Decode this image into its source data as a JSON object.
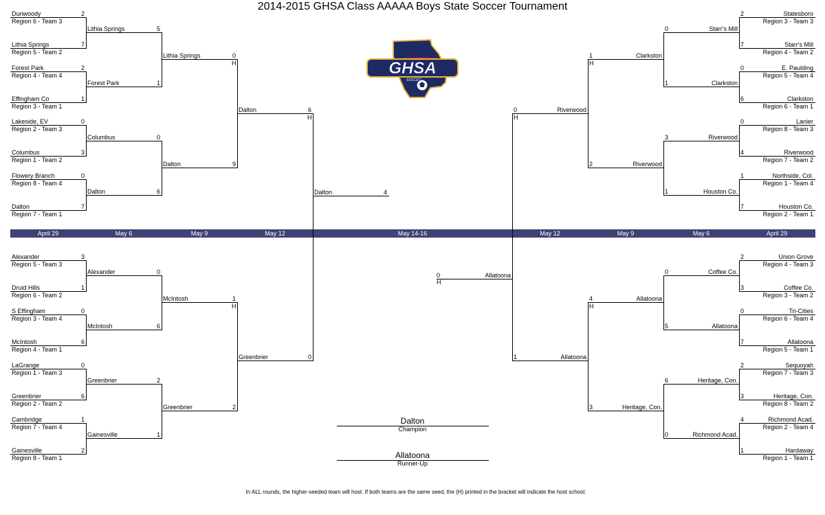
{
  "title": "2014-2015 GHSA Class AAAAA Boys State Soccer Tournament",
  "footer_note": "In ALL rounds, the higher-seeded team will host.  If both teams are the same seed, the (H) printed in the bracket will indicate the host school.",
  "logo": {
    "text": "GHSA",
    "subtext": "SOCCER",
    "colors": {
      "navy": "#1d2a64",
      "red": "#c8102e",
      "gold": "#e9b43a",
      "white": "#ffffff"
    }
  },
  "colors": {
    "date_band": "#3e4274",
    "line": "#000000"
  },
  "dates_left": [
    "April 29",
    "May 6",
    "May 9",
    "May 12"
  ],
  "dates_center": "May 14-16",
  "dates_right": [
    "May 12",
    "May 9",
    "May 6",
    "April 29"
  ],
  "host_marker": "H",
  "left_top": {
    "r1": [
      {
        "team": "Dunwoody",
        "seed": "Region 6 - Team 3",
        "score": "2"
      },
      {
        "team": "Lithia Springs",
        "seed": "Region 5 - Team 2",
        "score": "7"
      },
      {
        "team": "Forest Park",
        "seed": "Region 4 - Team 4",
        "score": "2"
      },
      {
        "team": "Effingham Co",
        "seed": "Region 3 - Team 1",
        "score": "1"
      },
      {
        "team": "Lakeside, EV",
        "seed": "Region 2 - Team 3",
        "score": "0"
      },
      {
        "team": "Columbus",
        "seed": "Region 1 - Team 2",
        "score": "3"
      },
      {
        "team": "Flowery Branch",
        "seed": "Region 8 - Team 4",
        "score": "0"
      },
      {
        "team": "Dalton",
        "seed": "Region 7 - Team 1",
        "score": "7"
      }
    ],
    "r2": [
      {
        "team": "Lithia Springs",
        "score": "5"
      },
      {
        "team": "Forest Park",
        "score": "1"
      },
      {
        "team": "Columbus",
        "score": "0"
      },
      {
        "team": "Dalton",
        "score": "6"
      }
    ],
    "qf": [
      {
        "team": "Lithia Springs",
        "score": "0"
      },
      {
        "team": "Dalton",
        "score": "9"
      }
    ],
    "sf": {
      "team": "Dalton",
      "score": "6"
    }
  },
  "left_bottom": {
    "r1": [
      {
        "team": "Alexander",
        "seed": "Region 5 - Team 3",
        "score": "3"
      },
      {
        "team": "Druid Hills",
        "seed": "Region 6 - Team 2",
        "score": "1"
      },
      {
        "team": "S Effingham",
        "seed": "Region 3 - Team 4",
        "score": "0"
      },
      {
        "team": "McIntosh",
        "seed": "Region 4 - Team 1",
        "score": "6"
      },
      {
        "team": "LaGrange",
        "seed": "Region 1 - Team 3",
        "score": "0"
      },
      {
        "team": "Greenbrier",
        "seed": "Region 2 - Team 2",
        "score": "6"
      },
      {
        "team": "Cambridge",
        "seed": "Region 7 - Team 4",
        "score": "1"
      },
      {
        "team": "Gainesville",
        "seed": "Region 8 - Team 1",
        "score": "2"
      }
    ],
    "r2": [
      {
        "team": "Alexander",
        "score": "0"
      },
      {
        "team": "McIntosh",
        "score": "6"
      },
      {
        "team": "Greenbrier",
        "score": "2"
      },
      {
        "team": "Gainesville",
        "score": "1"
      }
    ],
    "qf": [
      {
        "team": "McIntosh",
        "score": "1"
      },
      {
        "team": "Greenbrier",
        "score": "2"
      }
    ],
    "sf": {
      "team": "Greenbrier",
      "score": "0"
    }
  },
  "right_top": {
    "r1": [
      {
        "team": "Statesboro",
        "seed": "Region 3 - Team 3",
        "score": "2"
      },
      {
        "team": "Starr's Mill",
        "seed": "Region 4 - Team 2",
        "score": "7"
      },
      {
        "team": "E. Paulding",
        "seed": "Region 5 - Team 4",
        "score": "0"
      },
      {
        "team": "Clarkston",
        "seed": "Region 6 - Team 1",
        "score": "6"
      },
      {
        "team": "Lanier",
        "seed": "Region 8 - Team 3",
        "score": "0"
      },
      {
        "team": "Riverwood",
        "seed": "Region 7 - Team 2",
        "score": "4"
      },
      {
        "team": "Northside, Col.",
        "seed": "Region 1 - Team 4",
        "score": "1"
      },
      {
        "team": "Houston Co.",
        "seed": "Region 2 - Team 1",
        "score": "7"
      }
    ],
    "r2": [
      {
        "team": "Starr's Mill",
        "score": "0"
      },
      {
        "team": "Clarkston",
        "score": "1"
      },
      {
        "team": "Riverwood",
        "score": "3"
      },
      {
        "team": "Houston Co.",
        "score": "1"
      }
    ],
    "qf": [
      {
        "team": "Clarkston",
        "score": "1"
      },
      {
        "team": "Riverwood",
        "score": "2"
      }
    ],
    "sf": {
      "team": "Riverwood",
      "score": "0"
    }
  },
  "right_bottom": {
    "r1": [
      {
        "team": "Union Grove",
        "seed": "Region 4 - Team 3",
        "score": "2"
      },
      {
        "team": "Coffee Co.",
        "seed": "Region 3 - Team 2",
        "score": "3"
      },
      {
        "team": "Tri-Cities",
        "seed": "Region 6 - Team 4",
        "score": "0"
      },
      {
        "team": "Allatoona",
        "seed": "Region 5 - Team 1",
        "score": "7"
      },
      {
        "team": "Sequoyah",
        "seed": "Region 7 - Team 3",
        "score": "2"
      },
      {
        "team": "Heritage, Con.",
        "seed": "Region 8 - Team 2",
        "score": "3"
      },
      {
        "team": "Richmond Acad.",
        "seed": "Region 2 - Team 4",
        "score": "4"
      },
      {
        "team": "Hardaway",
        "seed": "Region 1 - Team 1",
        "score": "1"
      }
    ],
    "r2": [
      {
        "team": "Coffee Co.",
        "score": "0"
      },
      {
        "team": "Allatoona",
        "score": "5"
      },
      {
        "team": "Heritage, Con.",
        "score": "6"
      },
      {
        "team": "Richmond Acad.",
        "score": "0"
      }
    ],
    "qf": [
      {
        "team": "Allatoona",
        "score": "4"
      },
      {
        "team": "Heritage, Con.",
        "score": "3"
      }
    ],
    "sf": {
      "team": "Allatoona",
      "score": "1"
    }
  },
  "final": {
    "left": {
      "team": "Dalton",
      "score": "4"
    },
    "right": {
      "team": "Allatoona",
      "score": "0"
    }
  },
  "champion": {
    "name": "Dalton",
    "label": "Champion"
  },
  "runner_up": {
    "name": "Allatoona",
    "label": "Runner-Up"
  }
}
